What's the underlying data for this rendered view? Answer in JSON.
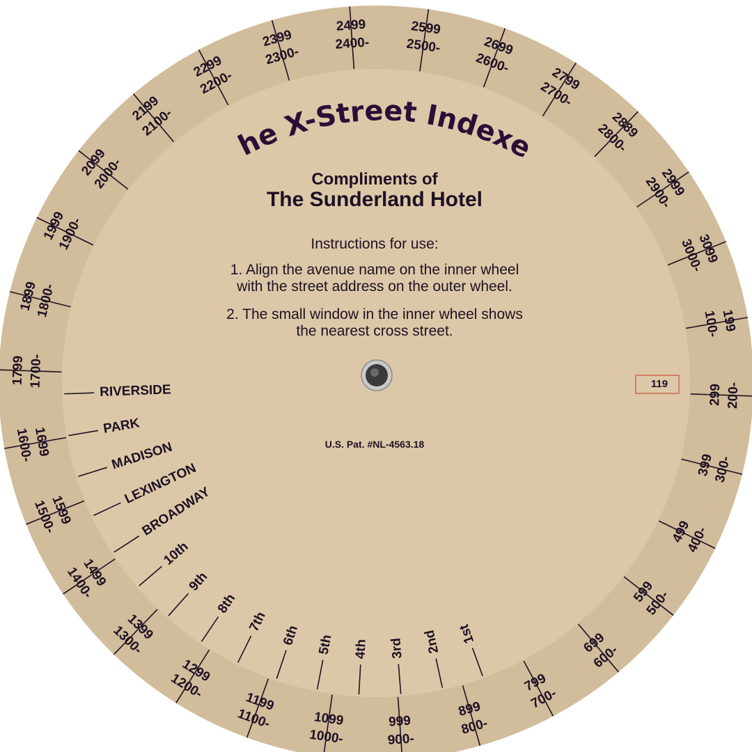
{
  "wheel": {
    "title": "The X-Street Indexer",
    "compliments": "Compliments of",
    "hotel": "The Sunderland Hotel",
    "instructions": {
      "heading": "Instructions for use:",
      "step1_line1": "1. Align the avenue name on the inner wheel",
      "step1_line2": "with the street address on the outer wheel.",
      "step2_line1": "2. The small window in the inner wheel shows",
      "step2_line2": "the nearest cross street."
    },
    "patent": "U.S. Pat. #NL-4563.18",
    "window_value": "119",
    "colors": {
      "outer_ring": "#d1bc9b",
      "inner_disc": "#dcc8a8",
      "ink": "#1e1023",
      "window_border": "#c0392b"
    }
  },
  "outer_ranges": [
    {
      "top": "100-",
      "bottom": "199"
    },
    {
      "top": "200-",
      "bottom": "299"
    },
    {
      "top": "300-",
      "bottom": "399"
    },
    {
      "top": "400-",
      "bottom": "499"
    },
    {
      "top": "500-",
      "bottom": "599"
    },
    {
      "top": "600-",
      "bottom": "699"
    },
    {
      "top": "700-",
      "bottom": "799"
    },
    {
      "top": "800-",
      "bottom": "899"
    },
    {
      "top": "900-",
      "bottom": "999"
    },
    {
      "top": "1000-",
      "bottom": "1099"
    },
    {
      "top": "1100-",
      "bottom": "1199"
    },
    {
      "top": "1200-",
      "bottom": "1299"
    },
    {
      "top": "1300-",
      "bottom": "1399"
    },
    {
      "top": "1400-",
      "bottom": "1499"
    },
    {
      "top": "1500-",
      "bottom": "1599"
    },
    {
      "top": "1600-",
      "bottom": "1699"
    },
    {
      "top": "1700-",
      "bottom": "1799"
    },
    {
      "top": "1800-",
      "bottom": "1899"
    },
    {
      "top": "1900-",
      "bottom": "1999"
    },
    {
      "top": "2000-",
      "bottom": "2099"
    },
    {
      "top": "2100-",
      "bottom": "2199"
    },
    {
      "top": "2200-",
      "bottom": "2299"
    },
    {
      "top": "2300-",
      "bottom": "2399"
    },
    {
      "top": "2400-",
      "bottom": "2499"
    },
    {
      "top": "2500-",
      "bottom": "2599"
    },
    {
      "top": "2600-",
      "bottom": "2699"
    },
    {
      "top": "2700-",
      "bottom": "2799"
    },
    {
      "top": "2800-",
      "bottom": "2889"
    },
    {
      "top": "2900-",
      "bottom": "2999"
    },
    {
      "top": "3000-",
      "bottom": "3099"
    }
  ],
  "avenues": [
    "1st",
    "2nd",
    "3rd",
    "4th",
    "5th",
    "6th",
    "7th",
    "8th",
    "9th",
    "10th",
    "BROADWAY",
    "LEXINGTON",
    "MADISON",
    "PARK",
    "RIVERSIDE"
  ]
}
